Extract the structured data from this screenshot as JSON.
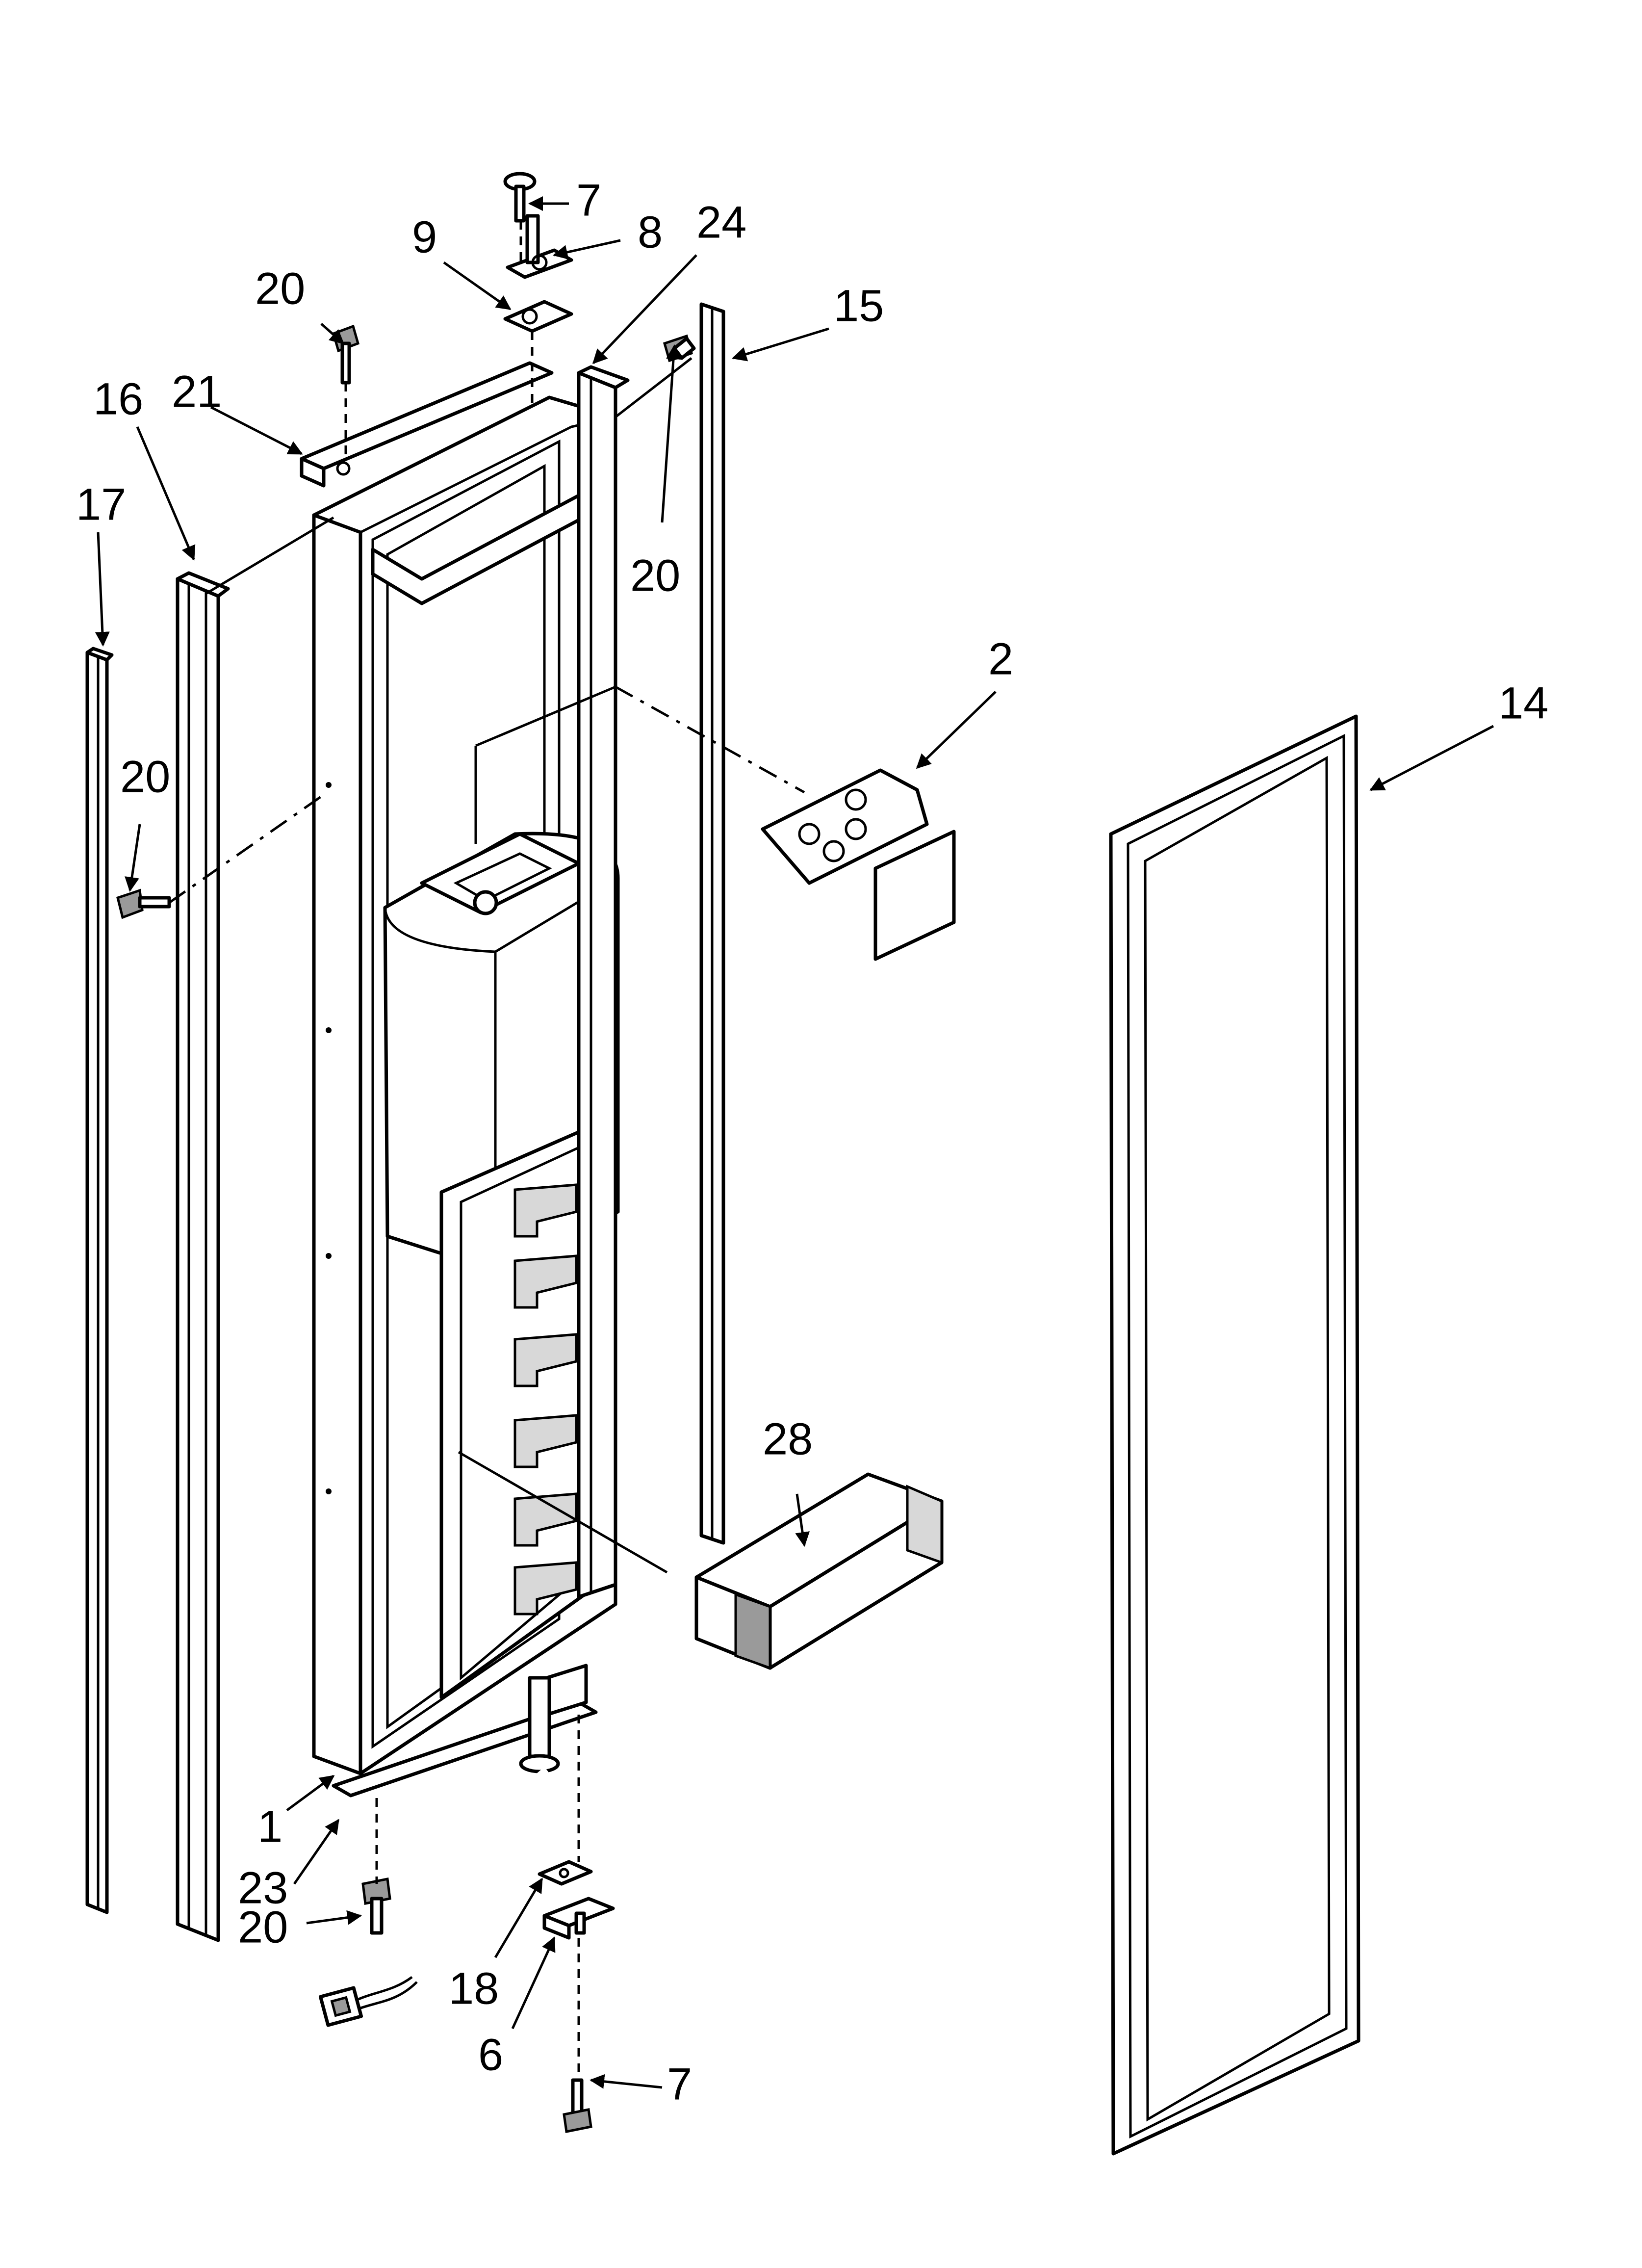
{
  "diagram": {
    "parts": [
      {
        "id": "p1",
        "label": "1"
      },
      {
        "id": "p2",
        "label": "2"
      },
      {
        "id": "p6",
        "label": "6"
      },
      {
        "id": "p7a",
        "label": "7"
      },
      {
        "id": "p7b",
        "label": "7"
      },
      {
        "id": "p8",
        "label": "8"
      },
      {
        "id": "p9",
        "label": "9"
      },
      {
        "id": "p14",
        "label": "14"
      },
      {
        "id": "p15",
        "label": "15"
      },
      {
        "id": "p16",
        "label": "16"
      },
      {
        "id": "p17",
        "label": "17"
      },
      {
        "id": "p18",
        "label": "18"
      },
      {
        "id": "p20a",
        "label": "20"
      },
      {
        "id": "p20b",
        "label": "20"
      },
      {
        "id": "p20c",
        "label": "20"
      },
      {
        "id": "p20d",
        "label": "20"
      },
      {
        "id": "p21",
        "label": "21"
      },
      {
        "id": "p23",
        "label": "23"
      },
      {
        "id": "p24",
        "label": "24"
      },
      {
        "id": "p28",
        "label": "28"
      }
    ]
  },
  "colors": {
    "line": "#000000",
    "background": "#ffffff",
    "shade": "#d8d8d8"
  }
}
